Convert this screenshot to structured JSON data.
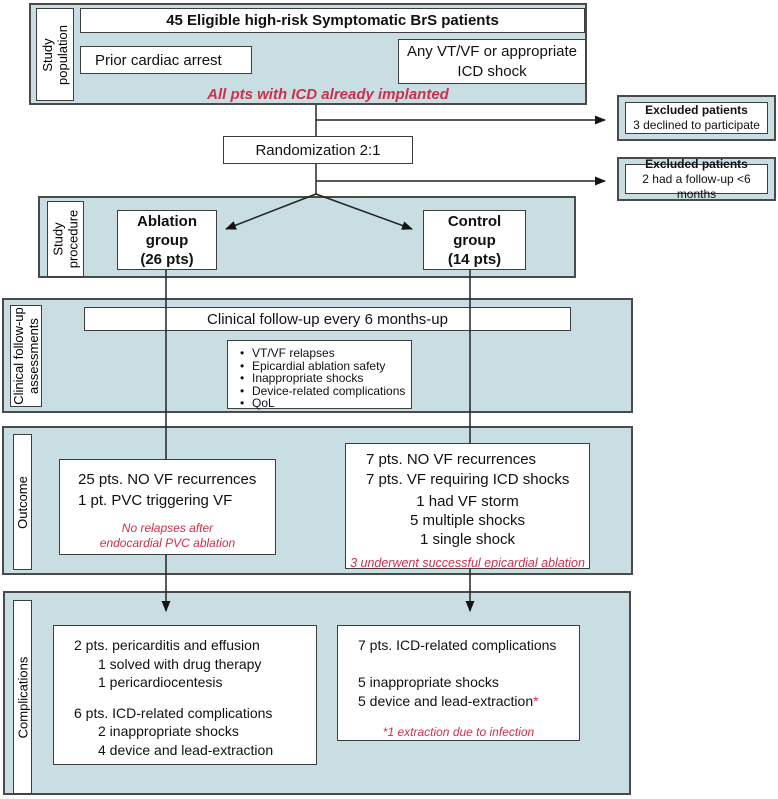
{
  "colors": {
    "section_bg": "#c8dee3",
    "border": "#4a4a4a",
    "note_red": "#ce2f4c"
  },
  "study_population": {
    "sidebar_lines": [
      "Study",
      "population"
    ],
    "header": "45 Eligible high-risk Symptomatic BrS patients",
    "prior_box": "Prior cardiac arrest",
    "vtvf_box_lines": [
      "Any VT/VF or appropriate",
      "ICD shock"
    ],
    "red_note": "All pts with ICD already implanted"
  },
  "excluded_1": {
    "title": "Excluded patients",
    "detail": "3 declined to participate"
  },
  "randomization": {
    "label": "Randomization 2:1"
  },
  "excluded_2": {
    "title": "Excluded patients",
    "detail": "2 had a follow-up <6 months"
  },
  "study_procedure": {
    "sidebar_lines": [
      "Study",
      "procedure"
    ],
    "ablation_lines": [
      "Ablation",
      "group",
      "(26 pts)"
    ],
    "control_lines": [
      "Control",
      "group",
      "(14 pts)"
    ]
  },
  "followup": {
    "sidebar_lines": [
      "Clinical follow-up",
      "assessments"
    ],
    "schedule": "Clinical follow-up every 6 months-up",
    "bullets": [
      "VT/VF relapses",
      "Epicardial ablation safety",
      "Inappropriate shocks",
      "Device-related complications",
      "QoL"
    ]
  },
  "outcome": {
    "sidebar": "Outcome",
    "left": {
      "lines": [
        "25 pts. NO VF recurrences",
        "1 pt. PVC triggering VF"
      ],
      "note_lines": [
        "No relapses after",
        "endocardial PVC ablation"
      ]
    },
    "right": {
      "lines": [
        "7 pts. NO VF recurrences",
        "7 pts. VF requiring ICD shocks"
      ],
      "sub_lines": [
        "1 had VF storm",
        "5 multiple shocks",
        "1 single shock"
      ],
      "note": "3 underwent successful epicardial ablation"
    }
  },
  "complications": {
    "sidebar": "Complications",
    "left": {
      "group1": [
        "2 pts. pericarditis and effusion",
        "1 solved with drug therapy",
        "1 pericardiocentesis"
      ],
      "group2": [
        "6 pts. ICD-related complications",
        "2 inappropriate shocks",
        "4 device and lead-extraction"
      ]
    },
    "right": {
      "line1": "7 pts. ICD-related complications",
      "line2": "5 inappropriate shocks",
      "line3": "5 device and lead-extraction",
      "star": "*",
      "note": "*1 extraction due to infection"
    }
  }
}
